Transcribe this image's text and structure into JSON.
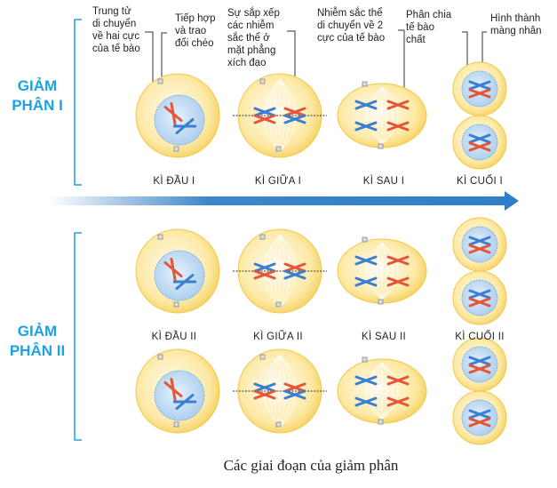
{
  "phases": {
    "meiosis1": [
      "GIẢM",
      "PHÂN I"
    ],
    "meiosis2": [
      "GIẢM",
      "PHÂN II"
    ]
  },
  "annotations": [
    [
      "Trung tử",
      "di chuyển",
      "về hai cực",
      "của tế bào"
    ],
    [
      "Tiếp hợp",
      "và trao",
      "đổi chéo"
    ],
    [
      "Sự sắp xếp",
      "các nhiễm",
      "sắc thể ở",
      "mặt phẳng",
      "xích đạo"
    ],
    [
      "Nhiễm sắc thể",
      "di chuyển về 2",
      "cực của tế bào"
    ],
    [
      "Phân chia",
      "tế bào",
      "chất"
    ],
    [
      "Hình thành",
      "màng nhân"
    ]
  ],
  "stages_1": [
    "KÌ ĐẦU I",
    "KÌ GIỮA I",
    "KÌ SAU I",
    "KÌ CUỐI I"
  ],
  "stages_2": [
    "KÌ ĐẦU II",
    "KÌ GIỮA II",
    "KÌ SAU II",
    "KÌ CUỐI II"
  ],
  "caption": "Các giai đoạn của giảm phân",
  "colors": {
    "accent": "#1aa3e8",
    "arrow": "#2f7fc8",
    "cell": "#fbe29a",
    "red": "#e4553a",
    "blue": "#3a7fd0"
  }
}
